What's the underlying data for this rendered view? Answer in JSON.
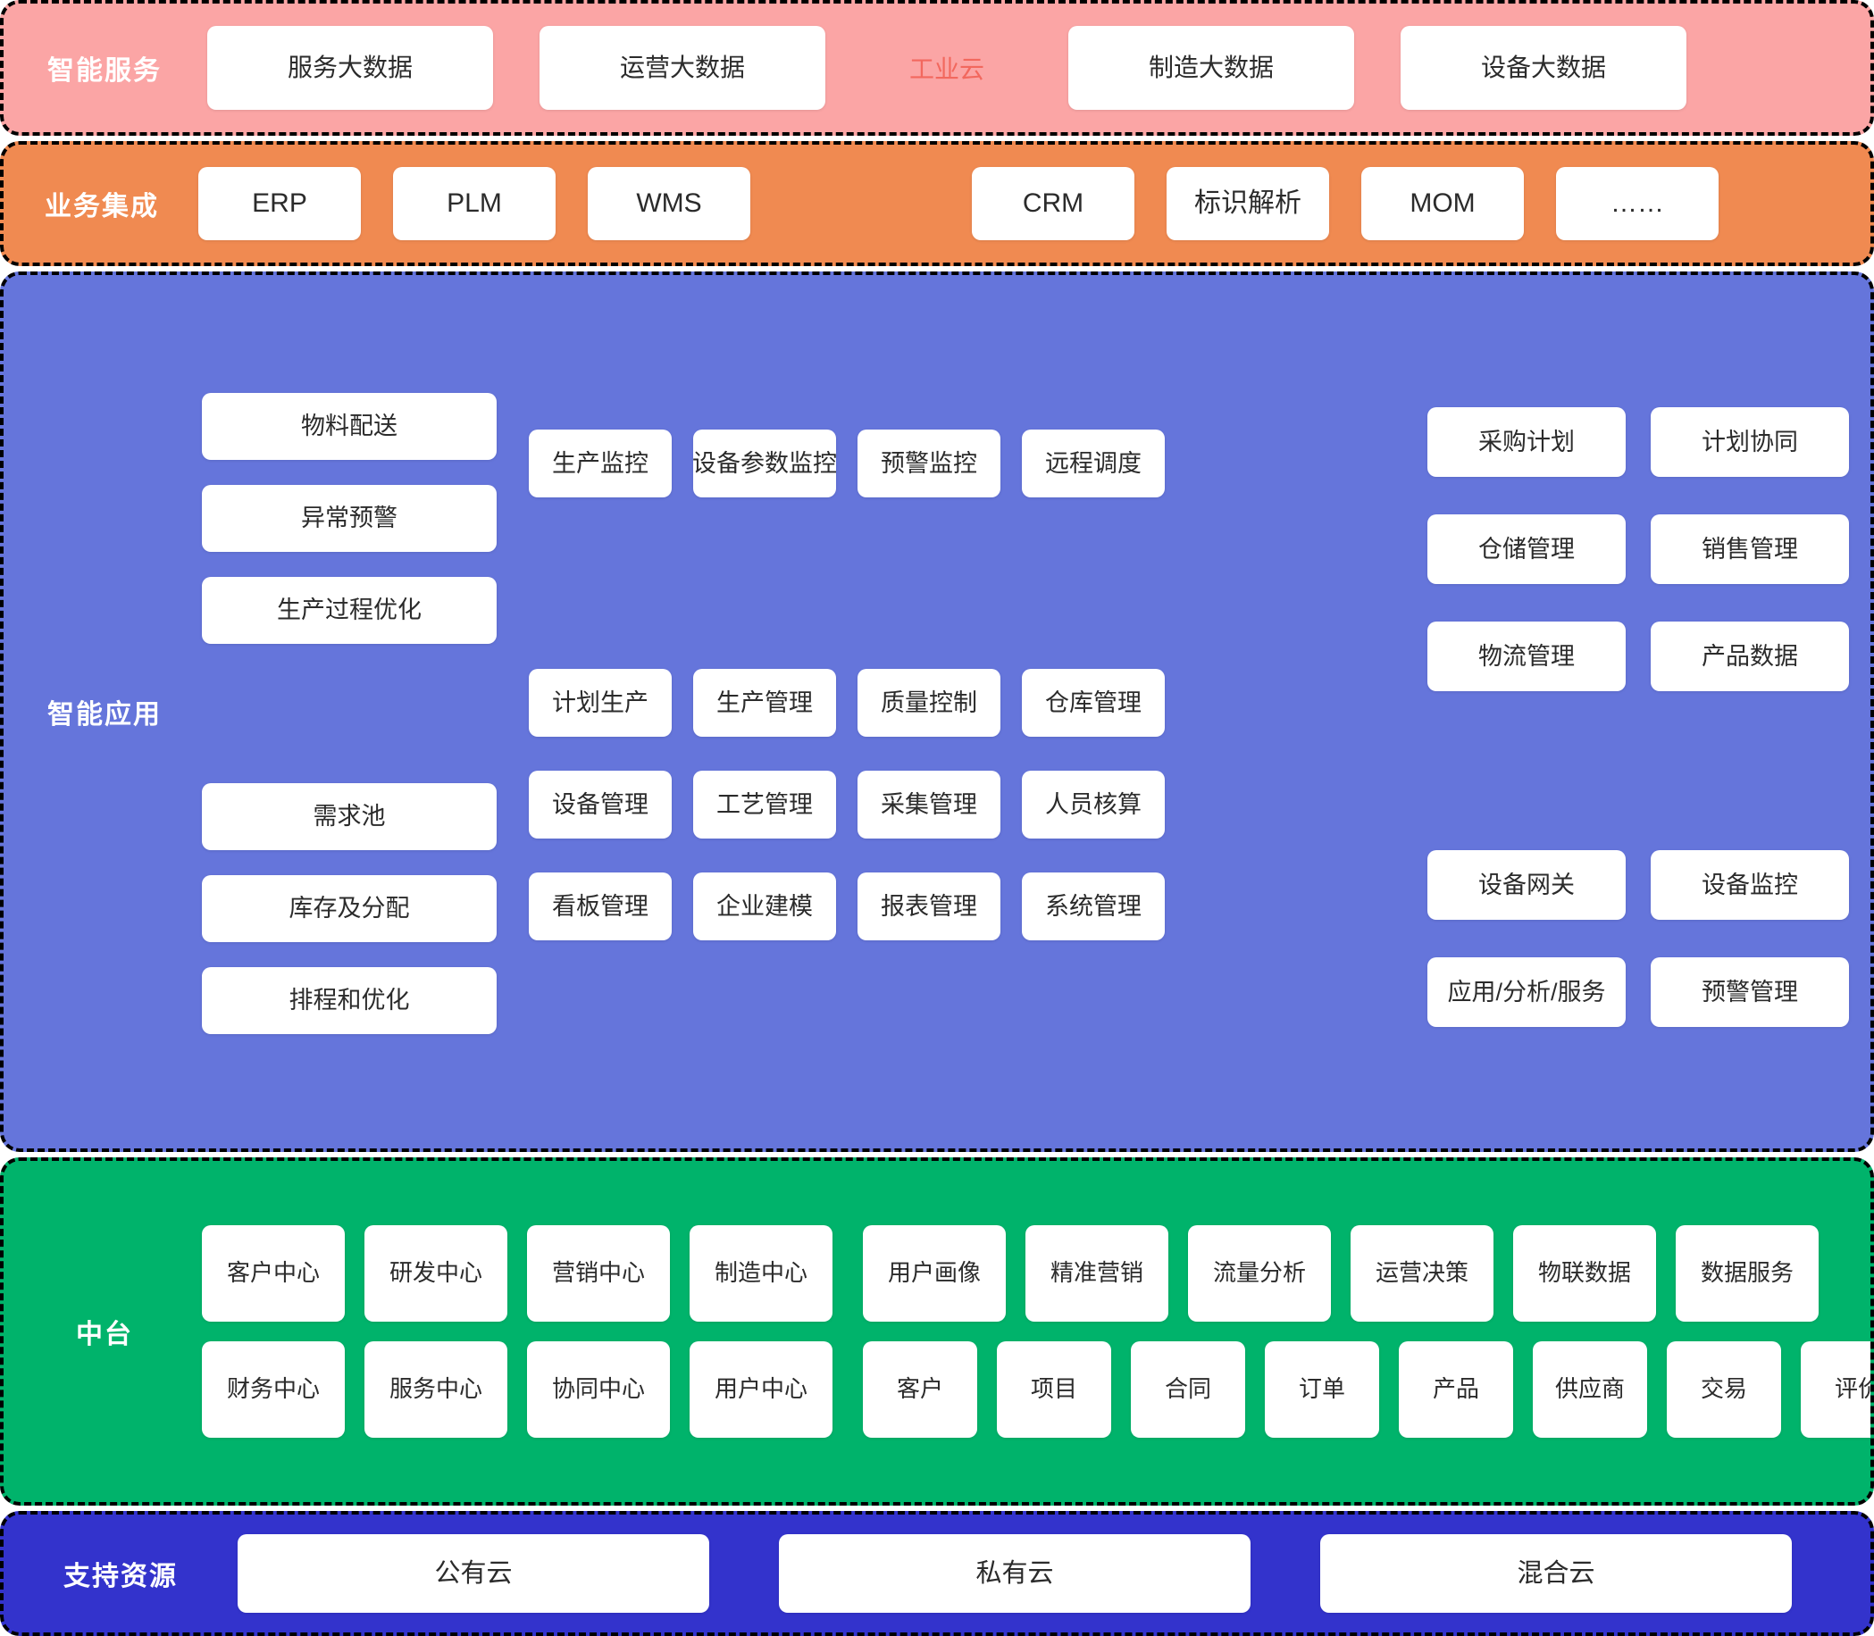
{
  "colors": {
    "service_band": "#FBA5A5",
    "integration_band": "#F08A51",
    "apps_band": "#6575DB",
    "middle_band": "#00B36B",
    "resource_band": "#3333CC",
    "tile": "#FFFFFF",
    "accent_text": "#F2685E",
    "band_border": "#000000",
    "tile_text": "#2B2B2B"
  },
  "bands": {
    "service": {
      "label": "智能服务",
      "tiles_left": [
        "服务大数据",
        "运营大数据"
      ],
      "plain_text": "工业云",
      "tiles_right": [
        "制造大数据",
        "设备大数据"
      ]
    },
    "integration": {
      "label": "业务集成",
      "group_left": [
        "ERP",
        "PLM",
        "WMS"
      ],
      "group_right": [
        "CRM",
        "标识解析",
        "MOM",
        "……"
      ]
    },
    "apps": {
      "label": "智能应用",
      "col_left_top": [
        "物料配送",
        "异常预警",
        "生产过程优化"
      ],
      "col_left_bottom": [
        "需求池",
        "库存及分配",
        "排程和优化"
      ],
      "col_mid_row1": [
        "生产监控",
        "设备参数监控",
        "预警监控",
        "远程调度"
      ],
      "col_mid_row2": [
        "计划生产",
        "生产管理",
        "质量控制",
        "仓库管理"
      ],
      "col_mid_row3": [
        "设备管理",
        "工艺管理",
        "采集管理",
        "人员核算"
      ],
      "col_mid_row4": [
        "看板管理",
        "企业建模",
        "报表管理",
        "系统管理"
      ],
      "col_right_row1": [
        "采购计划",
        "计划协同"
      ],
      "col_right_row2": [
        "仓储管理",
        "销售管理"
      ],
      "col_right_row3": [
        "物流管理",
        "产品数据"
      ],
      "col_right_row4": [
        "设备网关",
        "设备监控"
      ],
      "col_right_row5": [
        "应用/分析/服务",
        "预警管理"
      ]
    },
    "middle": {
      "label": "中台",
      "group_a_row1": [
        "客户中心",
        "研发中心",
        "营销中心",
        "制造中心"
      ],
      "group_a_row2": [
        "财务中心",
        "服务中心",
        "协同中心",
        "用户中心"
      ],
      "group_b_row1": [
        "用户画像",
        "精准营销",
        "流量分析",
        "运营决策",
        "物联数据",
        "数据服务"
      ],
      "group_b_row2": [
        "客户",
        "项目",
        "合同",
        "订单",
        "产品",
        "供应商",
        "交易",
        "评价"
      ]
    },
    "resource": {
      "label": "支持资源",
      "tiles": [
        "公有云",
        "私有云",
        "混合云"
      ]
    }
  }
}
